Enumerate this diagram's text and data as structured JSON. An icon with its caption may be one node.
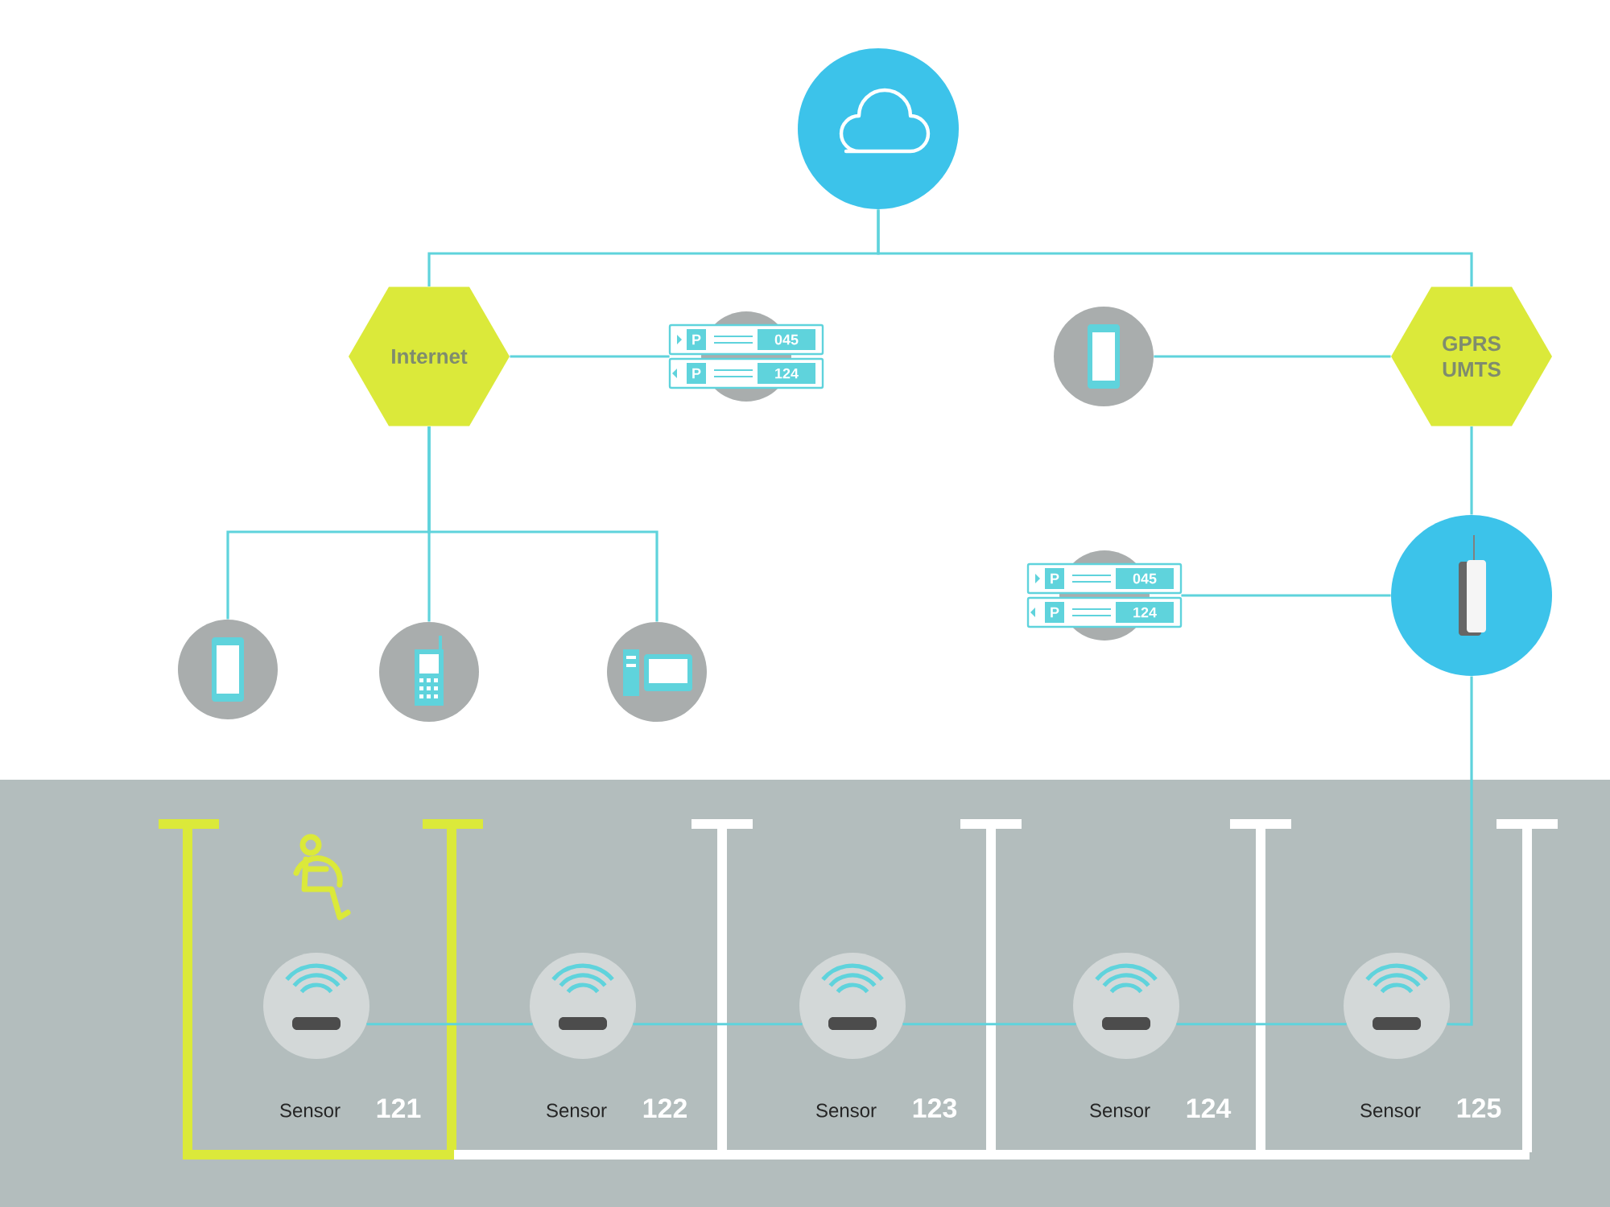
{
  "diagram": {
    "nodes": [
      {
        "text": [],
        "shape": "circle"
      },
      {
        "text": [
          "Internet"
        ]
      },
      {
        "text": [
          "P",
          "045",
          "P",
          "124"
        ]
      },
      {
        "text": [],
        "shape": "circle"
      },
      {
        "text": [
          "GPRS UMTS"
        ]
      },
      {
        "text": [],
        "shape": "circle"
      },
      {
        "text": [],
        "shape": "circle"
      },
      {
        "text": [],
        "shape": "circle"
      },
      {
        "text": [
          "P",
          "045",
          "P",
          "124"
        ]
      },
      {
        "text": [],
        "shape": "circle"
      },
      {
        "text": [],
        "shape": "circle",
        "beside": [
          "Sensor",
          "121"
        ]
      },
      {
        "text": [],
        "shape": "circle",
        "beside": [
          "Sensor",
          "122"
        ]
      },
      {
        "text": [],
        "shape": "circle",
        "beside": [
          "Sensor",
          "123"
        ]
      },
      {
        "text": [],
        "shape": "circle",
        "beside": [
          "Sensor",
          "124"
        ]
      },
      {
        "text": [],
        "shape": "circle",
        "beside": [
          "Sensor",
          "125"
        ]
      }
    ],
    "edges": [
      {
        "from": 0,
        "to": 1,
        "arrow": "none"
      },
      {
        "from": 0,
        "to": 4,
        "arrow": "none"
      },
      {
        "from": 1,
        "to": 2,
        "arrow": "none"
      },
      {
        "from": 4,
        "to": 3,
        "arrow": "none"
      },
      {
        "from": 1,
        "to": 5,
        "arrow": "none"
      },
      {
        "from": 1,
        "to": 6,
        "arrow": "none"
      },
      {
        "from": 1,
        "to": 7,
        "arrow": "none"
      },
      {
        "from": 4,
        "to": 9,
        "arrow": "none"
      },
      {
        "from": 8,
        "to": 9,
        "arrow": "none"
      },
      {
        "from": 9,
        "to": 14,
        "arrow": "none"
      },
      {
        "from": 14,
        "to": 13,
        "arrow": "none"
      },
      {
        "from": 13,
        "to": 12,
        "arrow": "none"
      },
      {
        "from": 12,
        "to": 11,
        "arrow": "none"
      },
      {
        "from": 11,
        "to": 10,
        "arrow": "none"
      }
    ]
  }
}
